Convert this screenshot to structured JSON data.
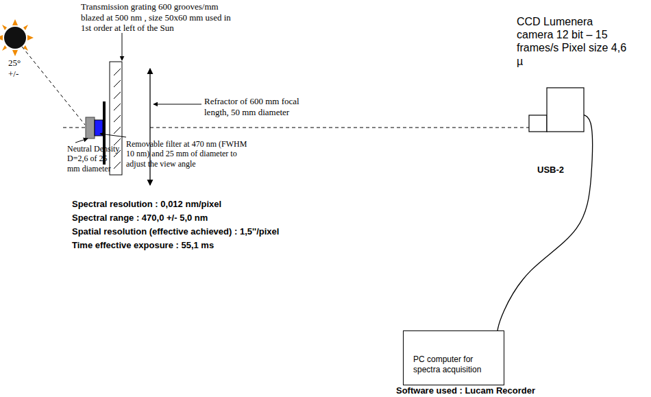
{
  "diagram": {
    "nodes": [
      {
        "text": [
          "CCD Lumenera camera 12 bit – 15 frames/s Pixel size 4,6 µ"
        ]
      },
      {
        "text": [
          "PC computer for spectra acquisition"
        ]
      }
    ],
    "edges": [
      {
        "from": 0,
        "to": 1,
        "arrow": "none",
        "label": "USB-2"
      }
    ],
    "labels": [
      "Transmission grating 600 grooves/mm blazed at 500 nm , size 50x60 mm used in  1st order at left of the Sun",
      "25° +/-",
      "Neutral Density D=2,6  of  25 mm diameter",
      "Removable filter at 470 nm (FWHM 10 nm) and 25 mm of diameter to adjust the view angle",
      "Refractor of 600 mm focal length,  50 mm diameter",
      "Spectral resolution : 0,012 nm/pixel",
      "Spectral range :  470,0 +/- 5,0 nm",
      "Spatial resolution (effective achieved) : 1,5''/pixel",
      "Time effective exposure : 55,1 ms",
      "Software used : Lucam Recorder"
    ]
  }
}
